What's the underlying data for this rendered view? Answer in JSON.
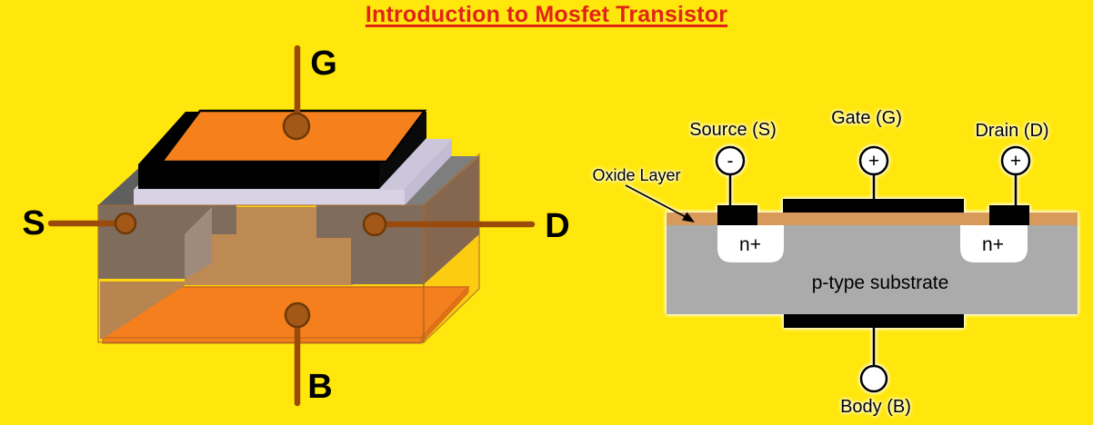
{
  "title": {
    "text": "Introduction to Mosfet Transistor"
  },
  "colors": {
    "background": "#FFE70D",
    "title_red": "#E02417",
    "orange": "#F5801C",
    "oxide_tan": "#D89A5B",
    "substrate_gray": "#ABABAB",
    "lavender": "#D8D2E4",
    "wire_brown": "#9A4A0B",
    "block_gray": "#696969",
    "channel_tan": "#B48D60"
  },
  "left_diagram": {
    "terminals": {
      "gate": "G",
      "source": "S",
      "drain": "D",
      "body": "B"
    }
  },
  "right_diagram": {
    "source_label": "Source (S)",
    "source_sign": "-",
    "gate_label": "Gate (G)",
    "gate_sign": "+",
    "drain_label": "Drain (D)",
    "drain_sign": "+",
    "body_label": "Body (B)",
    "oxide_label": "Oxide Layer",
    "substrate_label": "p-type substrate",
    "source_region_label": "n+",
    "drain_region_label": "n+"
  }
}
